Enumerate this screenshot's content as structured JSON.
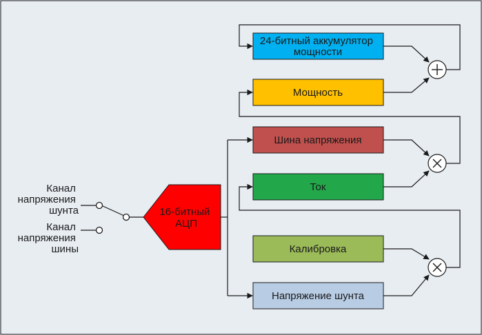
{
  "channels": {
    "shunt": [
      "Канал",
      "напряжения",
      "шунта"
    ],
    "bus": [
      "Канал",
      "напряжения",
      "шины"
    ]
  },
  "adc": {
    "lines": [
      "16-битный",
      "АЦП"
    ],
    "color": "#ff0000"
  },
  "blocks": {
    "accumulator": {
      "lines": [
        "24-битный аккумулятор",
        "мощности"
      ],
      "color": "#00b0f0"
    },
    "power": {
      "label": "Мощность",
      "color": "#ffc000"
    },
    "bus_voltage": {
      "label": "Шина напряжения",
      "color": "#c0504d"
    },
    "current": {
      "label": "Ток",
      "color": "#22a84a"
    },
    "calibration": {
      "label": "Калибровка",
      "color": "#9bbb59"
    },
    "shunt_voltage": {
      "label": "Напряжение шунта",
      "color": "#b8cce4"
    }
  },
  "operators": {
    "add": "+",
    "multiply": "×"
  }
}
